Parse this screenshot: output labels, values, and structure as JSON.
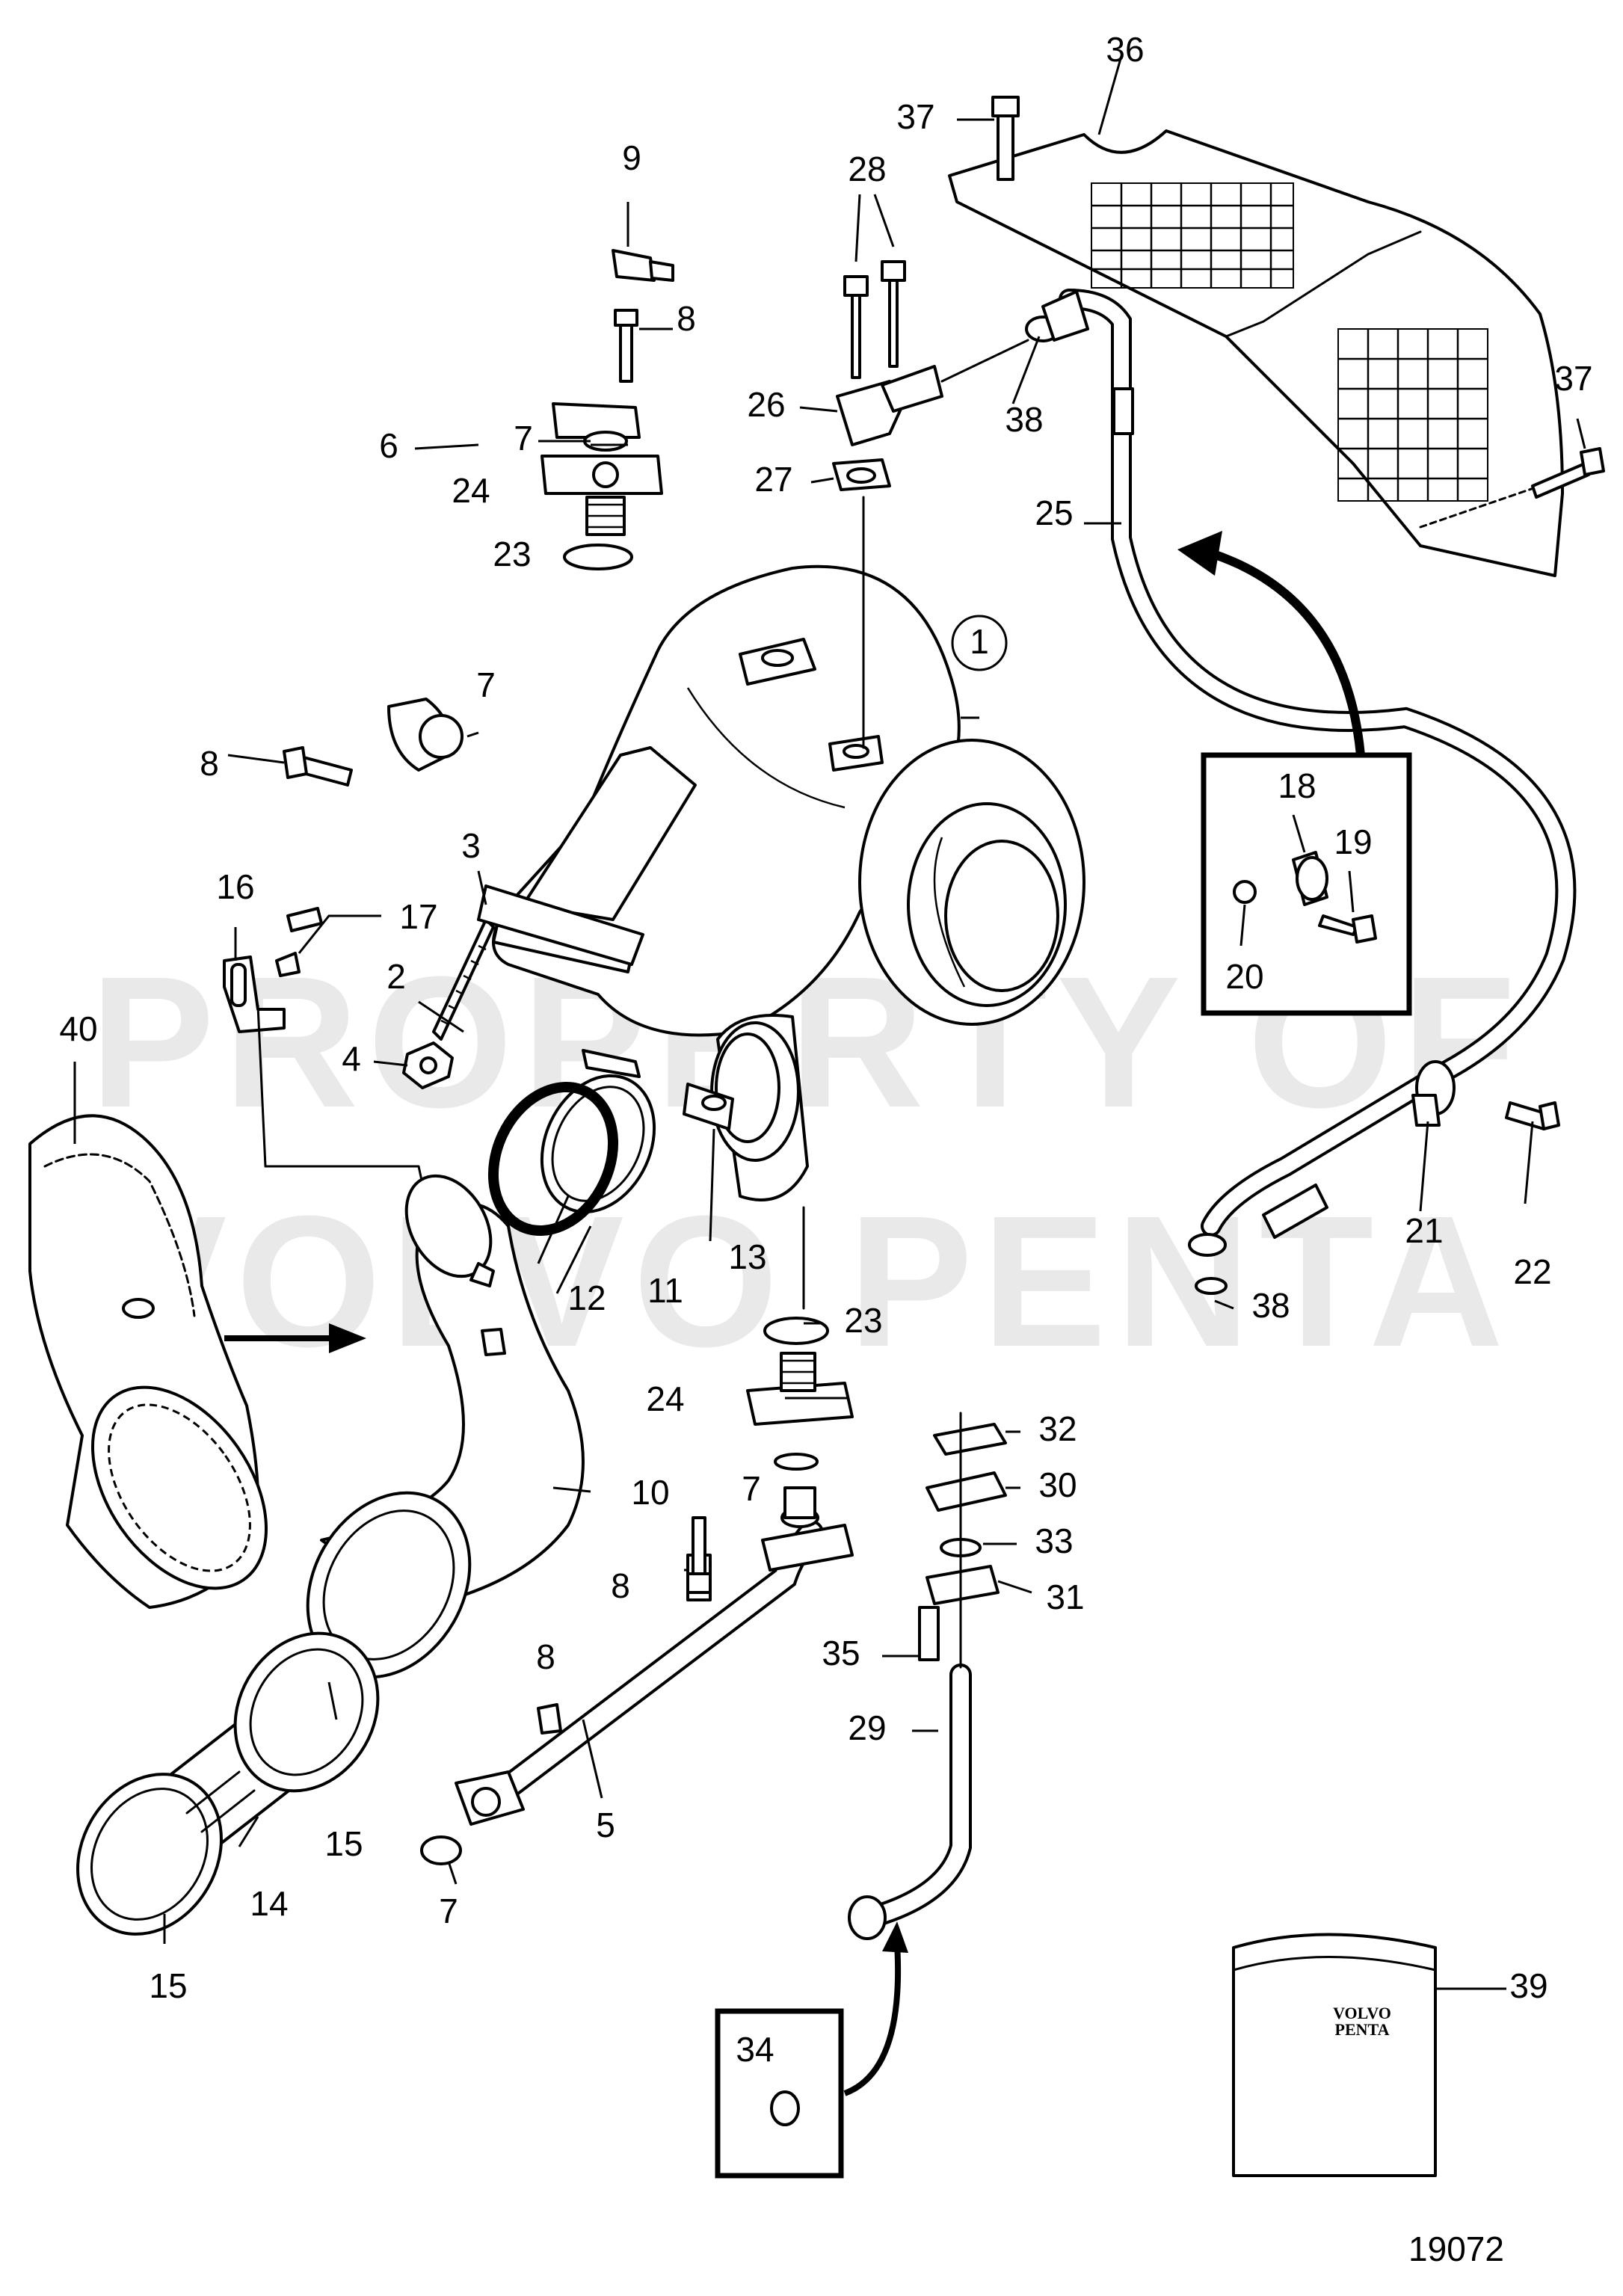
{
  "watermark": [
    "PROPERTY OF",
    "VOLVO PENTA"
  ],
  "drawing_number": "19072",
  "kit_logo": [
    "VOLVO",
    "PENTA"
  ],
  "callouts": {
    "c1": "1",
    "c2": "2",
    "c3": "3",
    "c4": "4",
    "c5": "5",
    "c6": "6",
    "c7a": "7",
    "c7b": "7",
    "c7c": "7",
    "c7d": "7",
    "c8a": "8",
    "c8b": "8",
    "c8c": "8",
    "c8d": "8",
    "c9": "9",
    "c10": "10",
    "c11": "11",
    "c12": "12",
    "c13": "13",
    "c14": "14",
    "c15a": "15",
    "c15b": "15",
    "c16": "16",
    "c17": "17",
    "c18": "18",
    "c19": "19",
    "c20": "20",
    "c21": "21",
    "c22": "22",
    "c23a": "23",
    "c23b": "23",
    "c24a": "24",
    "c24b": "24",
    "c25": "25",
    "c26": "26",
    "c27": "27",
    "c28": "28",
    "c29": "29",
    "c30": "30",
    "c31": "31",
    "c32": "32",
    "c33": "33",
    "c34": "34",
    "c35": "35",
    "c36": "36",
    "c37a": "37",
    "c37b": "37",
    "c38a": "38",
    "c38b": "38",
    "c39": "39",
    "c40": "40"
  }
}
